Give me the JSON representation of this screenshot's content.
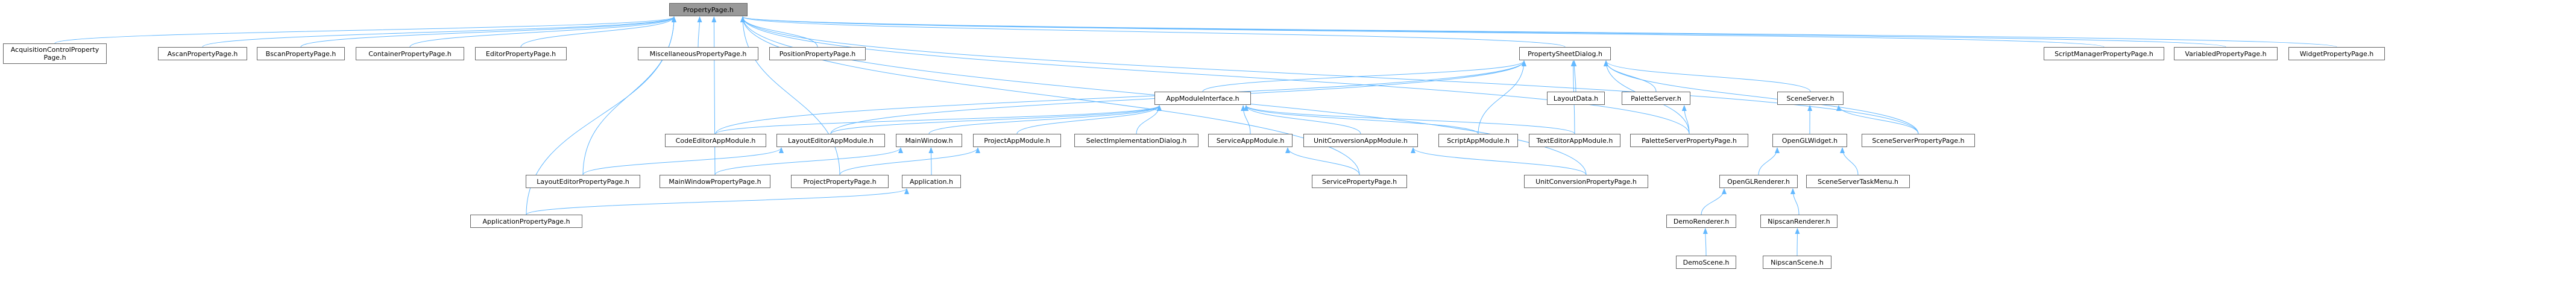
{
  "graph": {
    "edge_color": "#63b8ff",
    "root_fill": "#999999",
    "node_border": "#666666",
    "nodes": [
      {
        "id": "n_root",
        "label": "PropertyPage.h",
        "root": true
      },
      {
        "id": "n_acq",
        "label": "AcquisitionControlProperty\nPage.h"
      },
      {
        "id": "n_ascan",
        "label": "AscanPropertyPage.h"
      },
      {
        "id": "n_bscan",
        "label": "BscanPropertyPage.h"
      },
      {
        "id": "n_container",
        "label": "ContainerPropertyPage.h"
      },
      {
        "id": "n_editor",
        "label": "EditorPropertyPage.h"
      },
      {
        "id": "n_misc",
        "label": "MiscellaneousPropertyPage.h"
      },
      {
        "id": "n_position",
        "label": "PositionPropertyPage.h"
      },
      {
        "id": "n_psd",
        "label": "PropertySheetDialog.h"
      },
      {
        "id": "n_scriptmgr",
        "label": "ScriptManagerPropertyPage.h"
      },
      {
        "id": "n_variabled",
        "label": "VariabledPropertyPage.h"
      },
      {
        "id": "n_widget",
        "label": "WidgetPropertyPage.h"
      },
      {
        "id": "n_ami",
        "label": "AppModuleInterface.h"
      },
      {
        "id": "n_layoutdata",
        "label": "LayoutData.h"
      },
      {
        "id": "n_paletteserver",
        "label": "PaletteServer.h"
      },
      {
        "id": "n_sceneserver",
        "label": "SceneServer.h"
      },
      {
        "id": "n_codeeditor",
        "label": "CodeEditorAppModule.h"
      },
      {
        "id": "n_layouteditorapp",
        "label": "LayoutEditorAppModule.h"
      },
      {
        "id": "n_mainwindow",
        "label": "MainWindow.h"
      },
      {
        "id": "n_projectapp",
        "label": "ProjectAppModule.h"
      },
      {
        "id": "n_selectimpl",
        "label": "SelectImplementationDialog.h"
      },
      {
        "id": "n_serviceapp",
        "label": "ServiceAppModule.h"
      },
      {
        "id": "n_unitconvapp",
        "label": "UnitConversionAppModule.h"
      },
      {
        "id": "n_scriptapp",
        "label": "ScriptAppModule.h"
      },
      {
        "id": "n_texteditorapp",
        "label": "TextEditorAppModule.h"
      },
      {
        "id": "n_paletteserverpp",
        "label": "PaletteServerPropertyPage.h"
      },
      {
        "id": "n_opengl",
        "label": "OpenGLWidget.h"
      },
      {
        "id": "n_sceneserverpp",
        "label": "SceneServerPropertyPage.h"
      },
      {
        "id": "n_layouteditorpp",
        "label": "LayoutEditorPropertyPage.h"
      },
      {
        "id": "n_mainwindowpp",
        "label": "MainWindowPropertyPage.h"
      },
      {
        "id": "n_projectpp",
        "label": "ProjectPropertyPage.h"
      },
      {
        "id": "n_application",
        "label": "Application.h"
      },
      {
        "id": "n_servicepp",
        "label": "ServicePropertyPage.h"
      },
      {
        "id": "n_unitconvpp",
        "label": "UnitConversionPropertyPage.h"
      },
      {
        "id": "n_openglrenderer",
        "label": "OpenGLRenderer.h"
      },
      {
        "id": "n_scenetaskmenu",
        "label": "SceneServerTaskMenu.h"
      },
      {
        "id": "n_applicationpp",
        "label": "ApplicationPropertyPage.h"
      },
      {
        "id": "n_demorenderer",
        "label": "DemoRenderer.h"
      },
      {
        "id": "n_nipscanrenderer",
        "label": "NipscanRenderer.h"
      },
      {
        "id": "n_demoscene",
        "label": "DemoScene.h"
      },
      {
        "id": "n_nipscanscene",
        "label": "NipscanScene.h"
      }
    ],
    "edges": [
      [
        "n_acq",
        "n_root"
      ],
      [
        "n_ascan",
        "n_root"
      ],
      [
        "n_bscan",
        "n_root"
      ],
      [
        "n_container",
        "n_root"
      ],
      [
        "n_editor",
        "n_root"
      ],
      [
        "n_misc",
        "n_root"
      ],
      [
        "n_position",
        "n_root"
      ],
      [
        "n_psd",
        "n_root"
      ],
      [
        "n_scriptmgr",
        "n_root"
      ],
      [
        "n_variabled",
        "n_root"
      ],
      [
        "n_widget",
        "n_root"
      ],
      [
        "n_layouteditorpp",
        "n_root"
      ],
      [
        "n_mainwindowpp",
        "n_root"
      ],
      [
        "n_projectpp",
        "n_root"
      ],
      [
        "n_applicationpp",
        "n_root"
      ],
      [
        "n_servicepp",
        "n_root"
      ],
      [
        "n_unitconvpp",
        "n_root"
      ],
      [
        "n_sceneserverpp",
        "n_root"
      ],
      [
        "n_paletteserverpp",
        "n_root"
      ],
      [
        "n_ami",
        "n_psd"
      ],
      [
        "n_layoutdata",
        "n_psd"
      ],
      [
        "n_paletteserver",
        "n_psd"
      ],
      [
        "n_sceneserver",
        "n_psd"
      ],
      [
        "n_codeeditor",
        "n_psd"
      ],
      [
        "n_layouteditorapp",
        "n_psd"
      ],
      [
        "n_scriptapp",
        "n_psd"
      ],
      [
        "n_texteditorapp",
        "n_psd"
      ],
      [
        "n_paletteserverpp",
        "n_psd"
      ],
      [
        "n_sceneserverpp",
        "n_psd"
      ],
      [
        "n_codeeditor",
        "n_ami"
      ],
      [
        "n_layouteditorapp",
        "n_ami"
      ],
      [
        "n_mainwindow",
        "n_ami"
      ],
      [
        "n_projectapp",
        "n_ami"
      ],
      [
        "n_selectimpl",
        "n_ami"
      ],
      [
        "n_serviceapp",
        "n_ami"
      ],
      [
        "n_unitconvapp",
        "n_ami"
      ],
      [
        "n_scriptapp",
        "n_ami"
      ],
      [
        "n_texteditorapp",
        "n_ami"
      ],
      [
        "n_paletteserverpp",
        "n_paletteserver"
      ],
      [
        "n_opengl",
        "n_sceneserver"
      ],
      [
        "n_sceneserverpp",
        "n_sceneserver"
      ],
      [
        "n_layouteditorpp",
        "n_layouteditorapp"
      ],
      [
        "n_mainwindowpp",
        "n_mainwindow"
      ],
      [
        "n_application",
        "n_mainwindow"
      ],
      [
        "n_projectpp",
        "n_projectapp"
      ],
      [
        "n_servicepp",
        "n_serviceapp"
      ],
      [
        "n_unitconvpp",
        "n_unitconvapp"
      ],
      [
        "n_openglrenderer",
        "n_opengl"
      ],
      [
        "n_scenetaskmenu",
        "n_opengl"
      ],
      [
        "n_applicationpp",
        "n_application"
      ],
      [
        "n_demorenderer",
        "n_openglrenderer"
      ],
      [
        "n_nipscanrenderer",
        "n_openglrenderer"
      ],
      [
        "n_demoscene",
        "n_demorenderer"
      ],
      [
        "n_nipscanscene",
        "n_nipscanrenderer"
      ]
    ]
  }
}
